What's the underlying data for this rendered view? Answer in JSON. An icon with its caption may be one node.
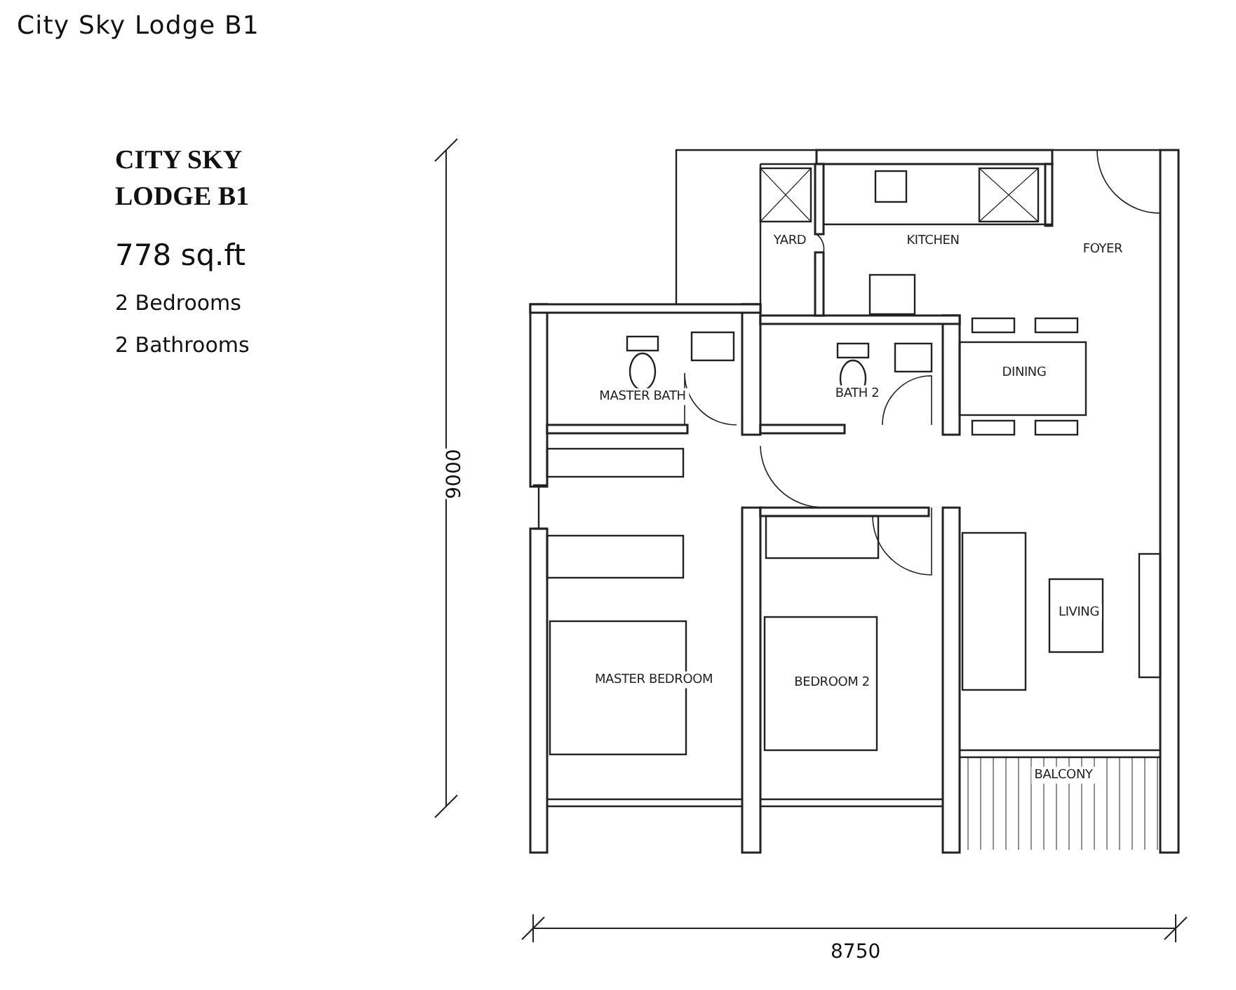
{
  "diagram": {
    "title": "City Sky Lodge B1",
    "labels": [
      "CITY SKY LODGE B1",
      "778 sq.ft",
      "2 Bedrooms",
      "2 Bathrooms",
      "YARD",
      "KITCHEN",
      "FOYER",
      "MASTER BATH",
      "BATH 2",
      "DINING",
      "LIVING",
      "MASTER BEDROOM",
      "BEDROOM 2",
      "BALCONY",
      "9000",
      "8750"
    ]
  }
}
